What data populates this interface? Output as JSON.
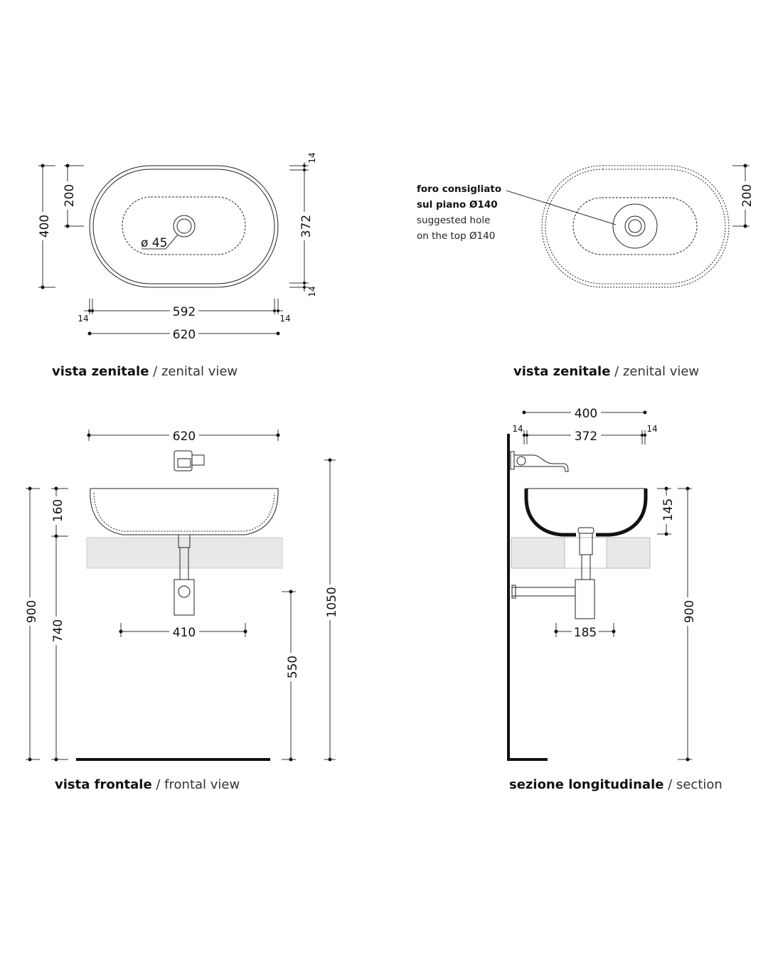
{
  "views": {
    "top_left": {
      "caption_it": "vista zenitale",
      "caption_en": "/ zenital view",
      "dims": {
        "depth": "400",
        "half_depth": "200",
        "inner_depth": "372",
        "rim_top": "14",
        "rim_bottom": "14",
        "inner_width": "592",
        "width": "620",
        "rim_left": "14",
        "rim_right": "14",
        "drain": "ø 45"
      }
    },
    "top_right": {
      "caption_it": "vista zenitale",
      "caption_en": "/ zenital view",
      "note_it_1": "foro consigliato",
      "note_it_2": "sul piano Ø140",
      "note_en_1": "suggested hole",
      "note_en_2": "on the top Ø140",
      "dims": {
        "half_depth": "200"
      }
    },
    "front": {
      "caption_it": "vista frontale",
      "caption_en": "/ frontal view",
      "dims": {
        "width": "620",
        "basin_height": "160",
        "total_height": "900",
        "counter_height": "740",
        "trap_width": "410",
        "trap_height": "550",
        "tap_height": "1050"
      }
    },
    "section": {
      "caption_it": "sezione longitudinale",
      "caption_en": "/ section",
      "dims": {
        "depth": "400",
        "inner_depth": "372",
        "rim_left": "14",
        "rim_right": "14",
        "basin_height": "145",
        "total_height": "900",
        "trap_offset": "185"
      }
    }
  }
}
